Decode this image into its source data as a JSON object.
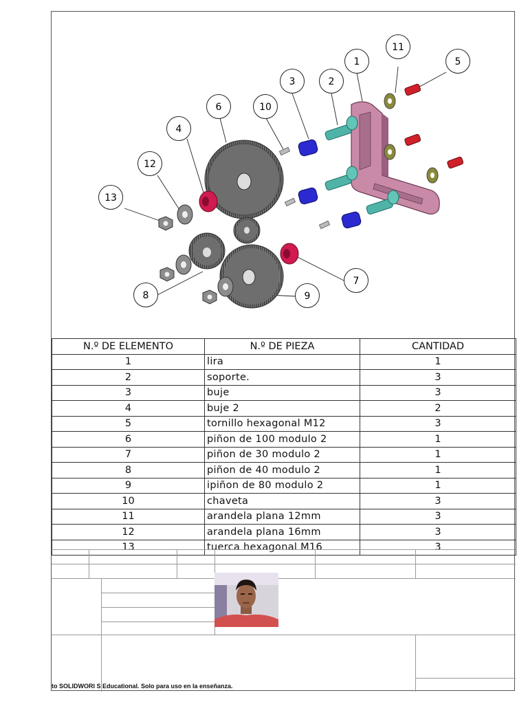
{
  "balloons": [
    {
      "num": "1"
    },
    {
      "num": "2"
    },
    {
      "num": "3"
    },
    {
      "num": "4"
    },
    {
      "num": "5"
    },
    {
      "num": "6"
    },
    {
      "num": "7"
    },
    {
      "num": "8"
    },
    {
      "num": "9"
    },
    {
      "num": "10"
    },
    {
      "num": "11"
    },
    {
      "num": "12"
    },
    {
      "num": "13"
    }
  ],
  "bom": {
    "headers": [
      "N.º DE ELEMENTO",
      "N.º DE PIEZA",
      "CANTIDAD"
    ],
    "rows": [
      {
        "item": "1",
        "part": "lira",
        "qty": "1"
      },
      {
        "item": "2",
        "part": "soporte.",
        "qty": "3"
      },
      {
        "item": "3",
        "part": "buje",
        "qty": "3"
      },
      {
        "item": "4",
        "part": "buje 2",
        "qty": "2"
      },
      {
        "item": "5",
        "part": "tornillo hexagonal M12",
        "qty": "3"
      },
      {
        "item": "6",
        "part": "piñon de 100 modulo 2",
        "qty": "1"
      },
      {
        "item": "7",
        "part": "piñon de 30 modulo 2",
        "qty": "1"
      },
      {
        "item": "8",
        "part": "piñon de 40 modulo 2",
        "qty": "1"
      },
      {
        "item": "9",
        "part": "ipiñon de 80 modulo 2",
        "qty": "1"
      },
      {
        "item": "10",
        "part": "chaveta",
        "qty": "3"
      },
      {
        "item": "11",
        "part": "arandela plana 12mm",
        "qty": "3"
      },
      {
        "item": "12",
        "part": "arandela plana 16mm",
        "qty": "3"
      },
      {
        "item": "13",
        "part": "tuerca hexagonal M16",
        "qty": "3"
      }
    ]
  },
  "footer": {
    "note": "to SOLIDWORI S Educational. Solo para uso en la enseñanza."
  },
  "colors": {
    "gear": "#6e6e6e",
    "lira": "#c98aa8",
    "support": "#4fb3a8",
    "bushing": "#2a2ad0",
    "bushing2": "#d01a50",
    "screw": "#d0202a",
    "washer_small": "#8a8a3a",
    "washer_large": "#8c8c8c",
    "nut": "#8c8c8c"
  }
}
